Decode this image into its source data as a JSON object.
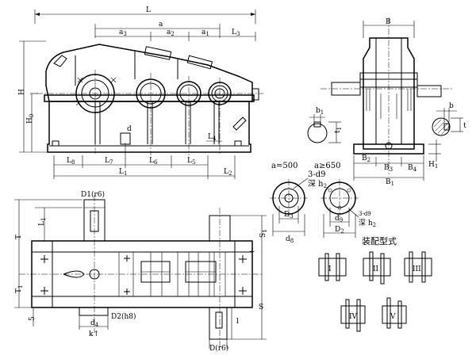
{
  "front_view": {
    "dims": {
      "L": "L",
      "a": "a",
      "a1": "a",
      "a1_sub": "1",
      "a2": "a",
      "a2_sub": "2",
      "a3": "a",
      "a3_sub": "3",
      "L3": "L",
      "L3_sub": "3",
      "H": "H",
      "H0": "H",
      "H0_sub": "0",
      "L8": "L",
      "L8_sub": "8",
      "L7": "L",
      "L7_sub": "7",
      "L6": "L",
      "L6_sub": "6",
      "L5": "L",
      "L5_sub": "5",
      "L4": "L",
      "L4_sub": "4",
      "L1": "L",
      "L1_sub": "1",
      "L2": "L",
      "L2_sub": "2",
      "d": "d"
    }
  },
  "side_view": {
    "dims": {
      "B": "B",
      "B1": "B",
      "B1_sub": "1",
      "B2": "B",
      "B2_sub": "2",
      "B3": "B",
      "B3_sub": "3",
      "B4": "B",
      "B4_sub": "4",
      "H1": "H",
      "H1_sub": "1",
      "b": "b",
      "b1": "b",
      "b1_sub": "1",
      "t": "t",
      "t1": "t",
      "t1_sub": "1"
    }
  },
  "shaft_details": {
    "left_caption": "a=500",
    "right_caption": "a≥650",
    "thread": "3-d9",
    "depth": "深 h",
    "depth_sub": "2",
    "thread_small": "3-d9",
    "depth_small": "深 h",
    "depth_small_sub": "2",
    "D3": "D",
    "D3_sub": "3",
    "d8": "d",
    "d8_sub": "8",
    "d9": "d",
    "d9_sub": "9",
    "D2": "D",
    "D2_sub": "2"
  },
  "top_view": {
    "dims": {
      "D1": "D1(r6)",
      "L1": "L",
      "L1_sub": "1",
      "T": "T",
      "T1": "T",
      "T1_sub": "1",
      "S1": "S",
      "S1_sub": "1",
      "S": "S",
      "D2": "D2(h8)",
      "d4": "d",
      "d4_sub": "4",
      "k": "k↑",
      "l": "l",
      "five": "5",
      "D": "D(r6)",
      "tilde": "~"
    }
  },
  "assembly": {
    "title": "装配型式",
    "types": [
      "I",
      "II",
      "III",
      "IV",
      "V"
    ]
  }
}
